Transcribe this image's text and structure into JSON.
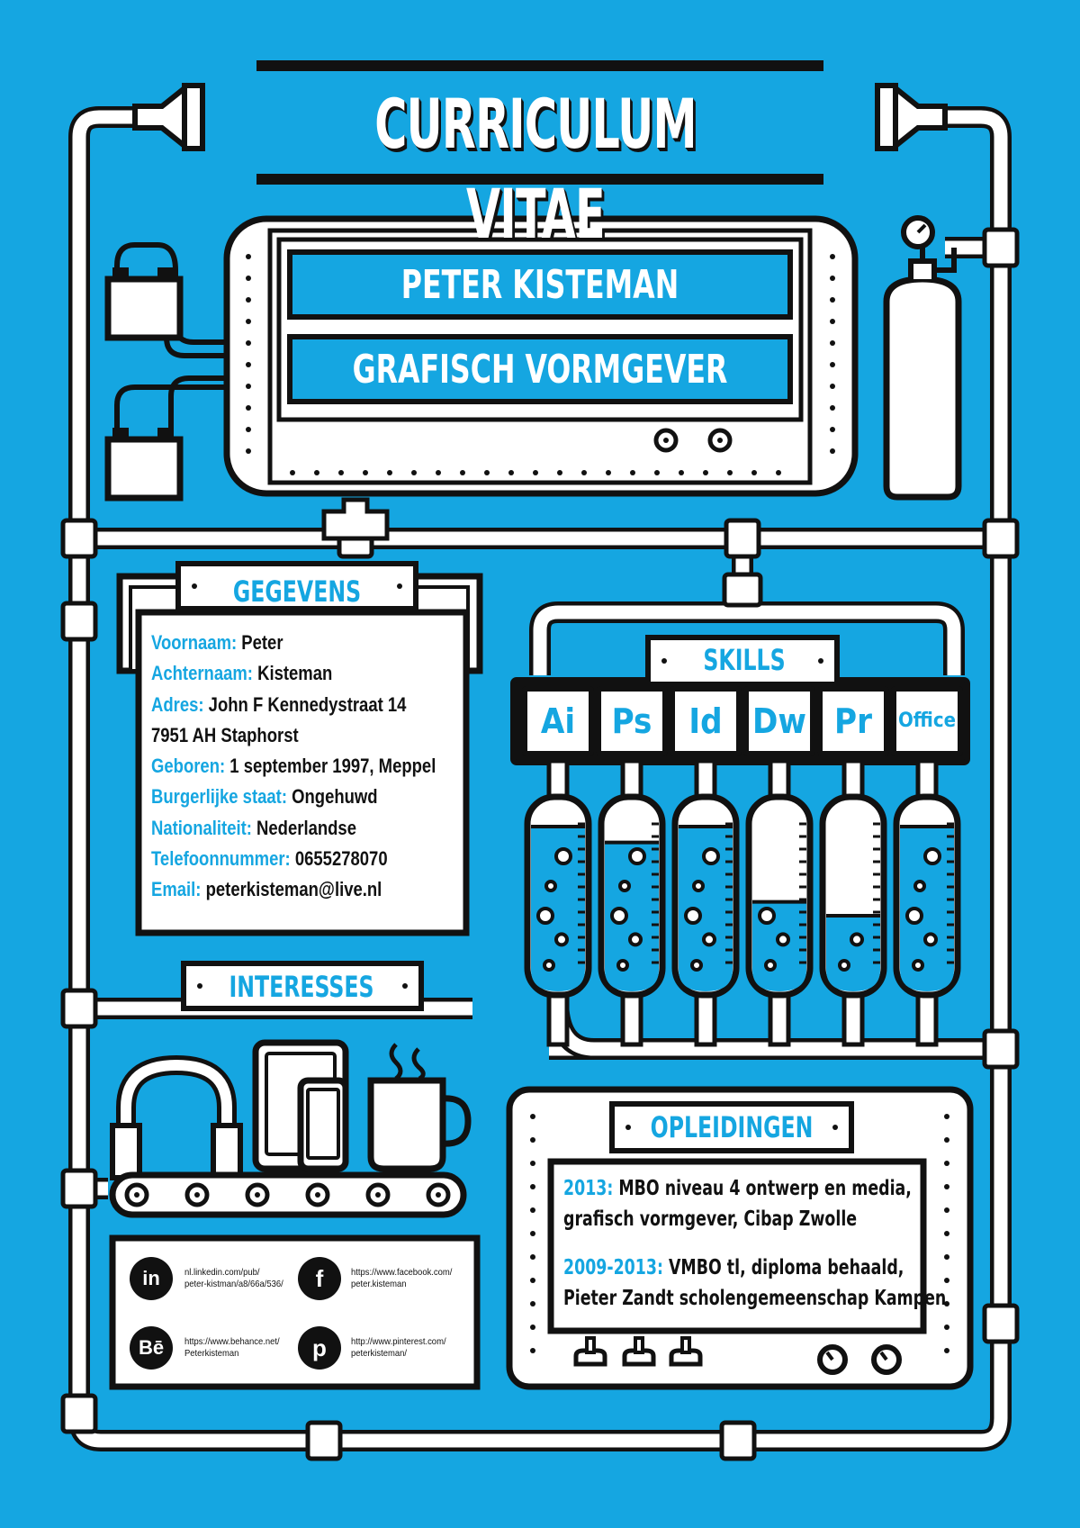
{
  "header": {
    "title": "CURRICULUM VITAE"
  },
  "screen": {
    "name": "PETER KISTEMAN",
    "role": "GRAFISCH VORMGEVER"
  },
  "gegevens": {
    "heading": "GEGEVENS",
    "fields": [
      {
        "label": "Voornaam:",
        "value": "Peter"
      },
      {
        "label": "Achternaam:",
        "value": "Kisteman"
      },
      {
        "label": "Adres:",
        "value": "John F Kennedystraat 14"
      },
      {
        "label": "",
        "value": "7951 AH Staphorst"
      },
      {
        "label": "Geboren:",
        "value": "1 september 1997, Meppel"
      },
      {
        "label": "Burgerlijke staat:",
        "value": "Ongehuwd"
      },
      {
        "label": "Nationaliteit:",
        "value": "Nederlandse"
      },
      {
        "label": "Telefoonnummer:",
        "value": "0655278070"
      },
      {
        "label": "Email:",
        "value": "peterkisteman@live.nl"
      }
    ]
  },
  "skills": {
    "heading": "SKILLS",
    "items": [
      {
        "label": "Ai",
        "level": 0.85
      },
      {
        "label": "Ps",
        "level": 0.77
      },
      {
        "label": "Id",
        "level": 0.85
      },
      {
        "label": "Dw",
        "level": 0.47
      },
      {
        "label": "Pr",
        "level": 0.4
      },
      {
        "label": "Office",
        "level": 0.85
      }
    ]
  },
  "interesses": {
    "heading": "INTERESSES",
    "icons": [
      "headphones-icon",
      "tablet-icon",
      "coffee-mug-icon"
    ]
  },
  "social": [
    {
      "icon": "linkedin-icon",
      "glyph": "in",
      "line1": "nl.linkedin.com/pub/",
      "line2": "peter-kistman/a8/66a/536/"
    },
    {
      "icon": "facebook-icon",
      "glyph": "f",
      "line1": "https://www.facebook.com/",
      "line2": "peter.kisteman"
    },
    {
      "icon": "behance-icon",
      "glyph": "Bē",
      "line1": "https://www.behance.net/",
      "line2": "Peterkisteman"
    },
    {
      "icon": "pinterest-icon",
      "glyph": "p",
      "line1": "http://www.pinterest.com/",
      "line2": "peterkisteman/"
    }
  ],
  "opleidingen": {
    "heading": "OPLEIDINGEN",
    "entries": [
      {
        "year": "2013:",
        "line1": "MBO niveau 4 ontwerp en media,",
        "line2": "grafisch vormgever, Cibap Zwolle"
      },
      {
        "year": "2009-2013:",
        "line1": "VMBO tl, diploma behaald,",
        "line2": "Pieter Zandt scholengemeenschap Kampen"
      }
    ]
  },
  "colors": {
    "background": "#15a6e1",
    "line": "#111111",
    "fill": "#ffffff",
    "accent": "#15a6e1"
  }
}
